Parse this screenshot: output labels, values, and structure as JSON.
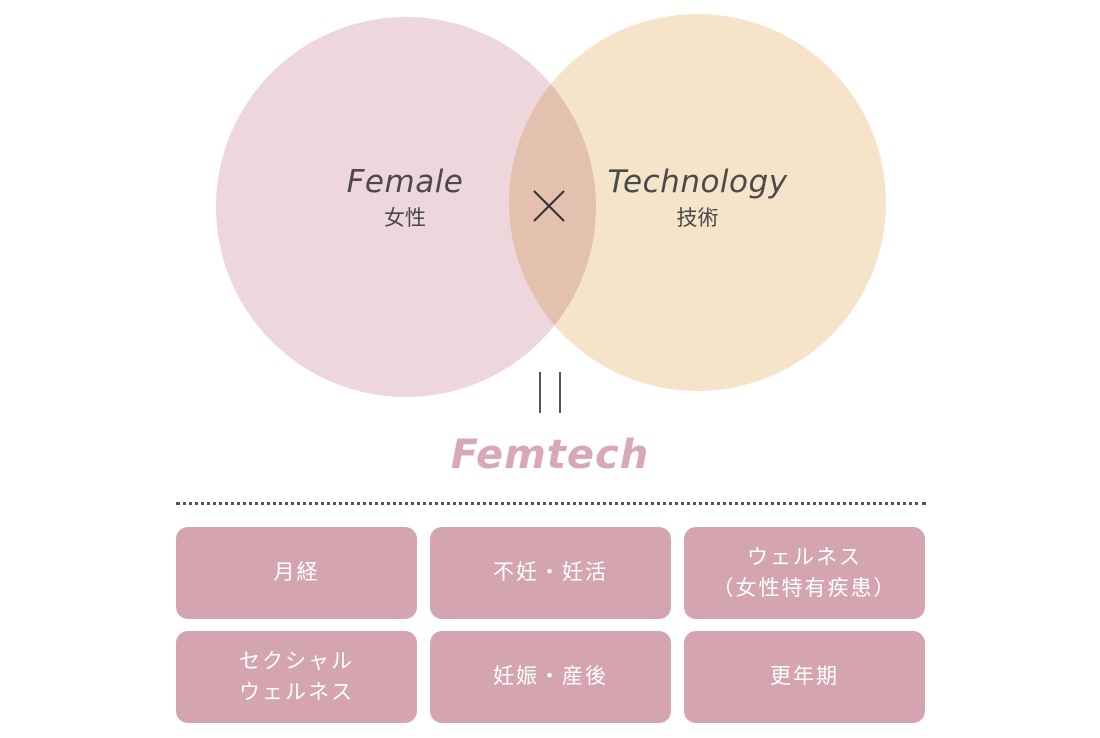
{
  "venn": {
    "left": {
      "en": "Female",
      "jp": "女性",
      "color": "#ebd3d8"
    },
    "right": {
      "en": "Technology",
      "jp": "技術",
      "color": "#f2d9b3"
    },
    "operator": "×"
  },
  "result": {
    "title": "Femtech",
    "color": "#d8a9b5"
  },
  "categories": [
    "月経",
    "不妊・妊活",
    "ウェルネス\n（女性特有疾患）",
    "セクシャル\nウェルネス",
    "妊娠・産後",
    "更年期"
  ],
  "box_color": "#d4a5b0"
}
